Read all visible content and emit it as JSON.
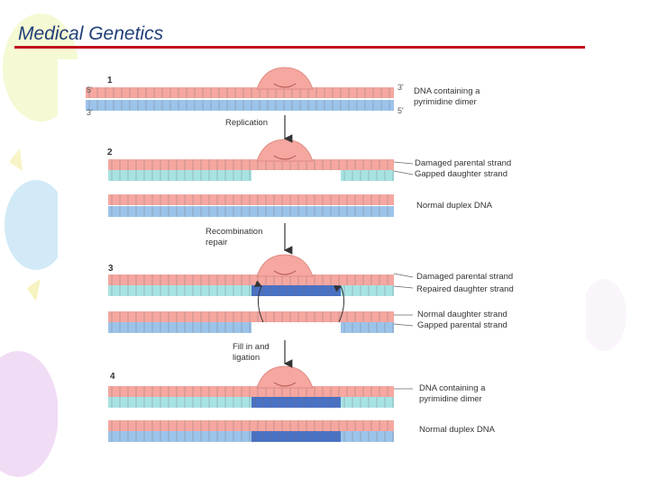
{
  "slide": {
    "title": "Medical Genetics"
  },
  "diagram": {
    "steps": [
      {
        "number": "1",
        "labels": [
          "DNA containing a",
          "pyrimidine dimer"
        ]
      },
      {
        "number": "2",
        "labels": [
          "Damaged parental strand",
          "Gapped daughter strand",
          "Normal duplex DNA"
        ]
      },
      {
        "number": "3",
        "labels": [
          "Damaged parental strand",
          "Repaired daughter strand",
          "Normal daughter strand",
          "Gapped parental strand"
        ]
      },
      {
        "number": "4",
        "labels": [
          "DNA containing a",
          "pyrimidine dimer",
          "Normal duplex DNA"
        ]
      }
    ],
    "arrows": [
      {
        "lines": [
          "Replication"
        ]
      },
      {
        "lines": [
          "Recombination",
          "repair"
        ]
      },
      {
        "lines": [
          "Fill in and",
          "ligation"
        ]
      }
    ],
    "ends": {
      "five_prime_left": "5'",
      "three_prime_left": "3'",
      "three_prime_right": "3'",
      "five_prime_right": "5'"
    },
    "colors": {
      "parental": "#f5a7a0",
      "daughter": "#9cc3ea",
      "new": "#a8e3e3",
      "repaired": "#4a72c4"
    }
  }
}
